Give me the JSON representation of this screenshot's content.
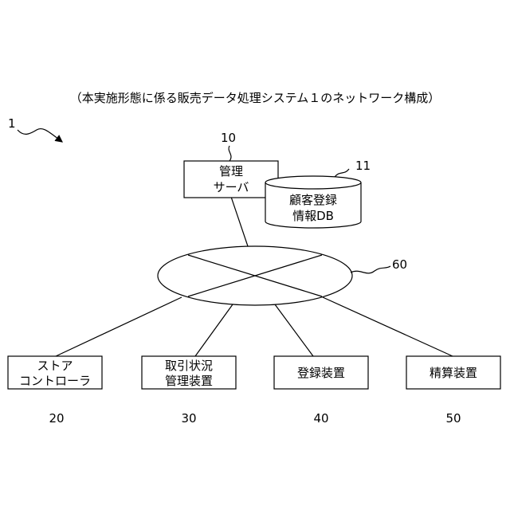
{
  "caption": "（本実施形態に係る販売データ処理システム１のネットワーク構成）",
  "system_ref": "1",
  "server": {
    "ref": "10",
    "line1": "管理",
    "line2": "サーバ"
  },
  "database": {
    "ref": "11",
    "line1": "顧客登録",
    "line2": "情報DB"
  },
  "network": {
    "ref": "60"
  },
  "devices": [
    {
      "ref": "20",
      "line1": "ストア",
      "line2": "コントローラ"
    },
    {
      "ref": "30",
      "line1": "取引状況",
      "line2": "管理装置"
    },
    {
      "ref": "40",
      "line1": "登録装置",
      "line2": ""
    },
    {
      "ref": "50",
      "line1": "精算装置",
      "line2": ""
    }
  ]
}
